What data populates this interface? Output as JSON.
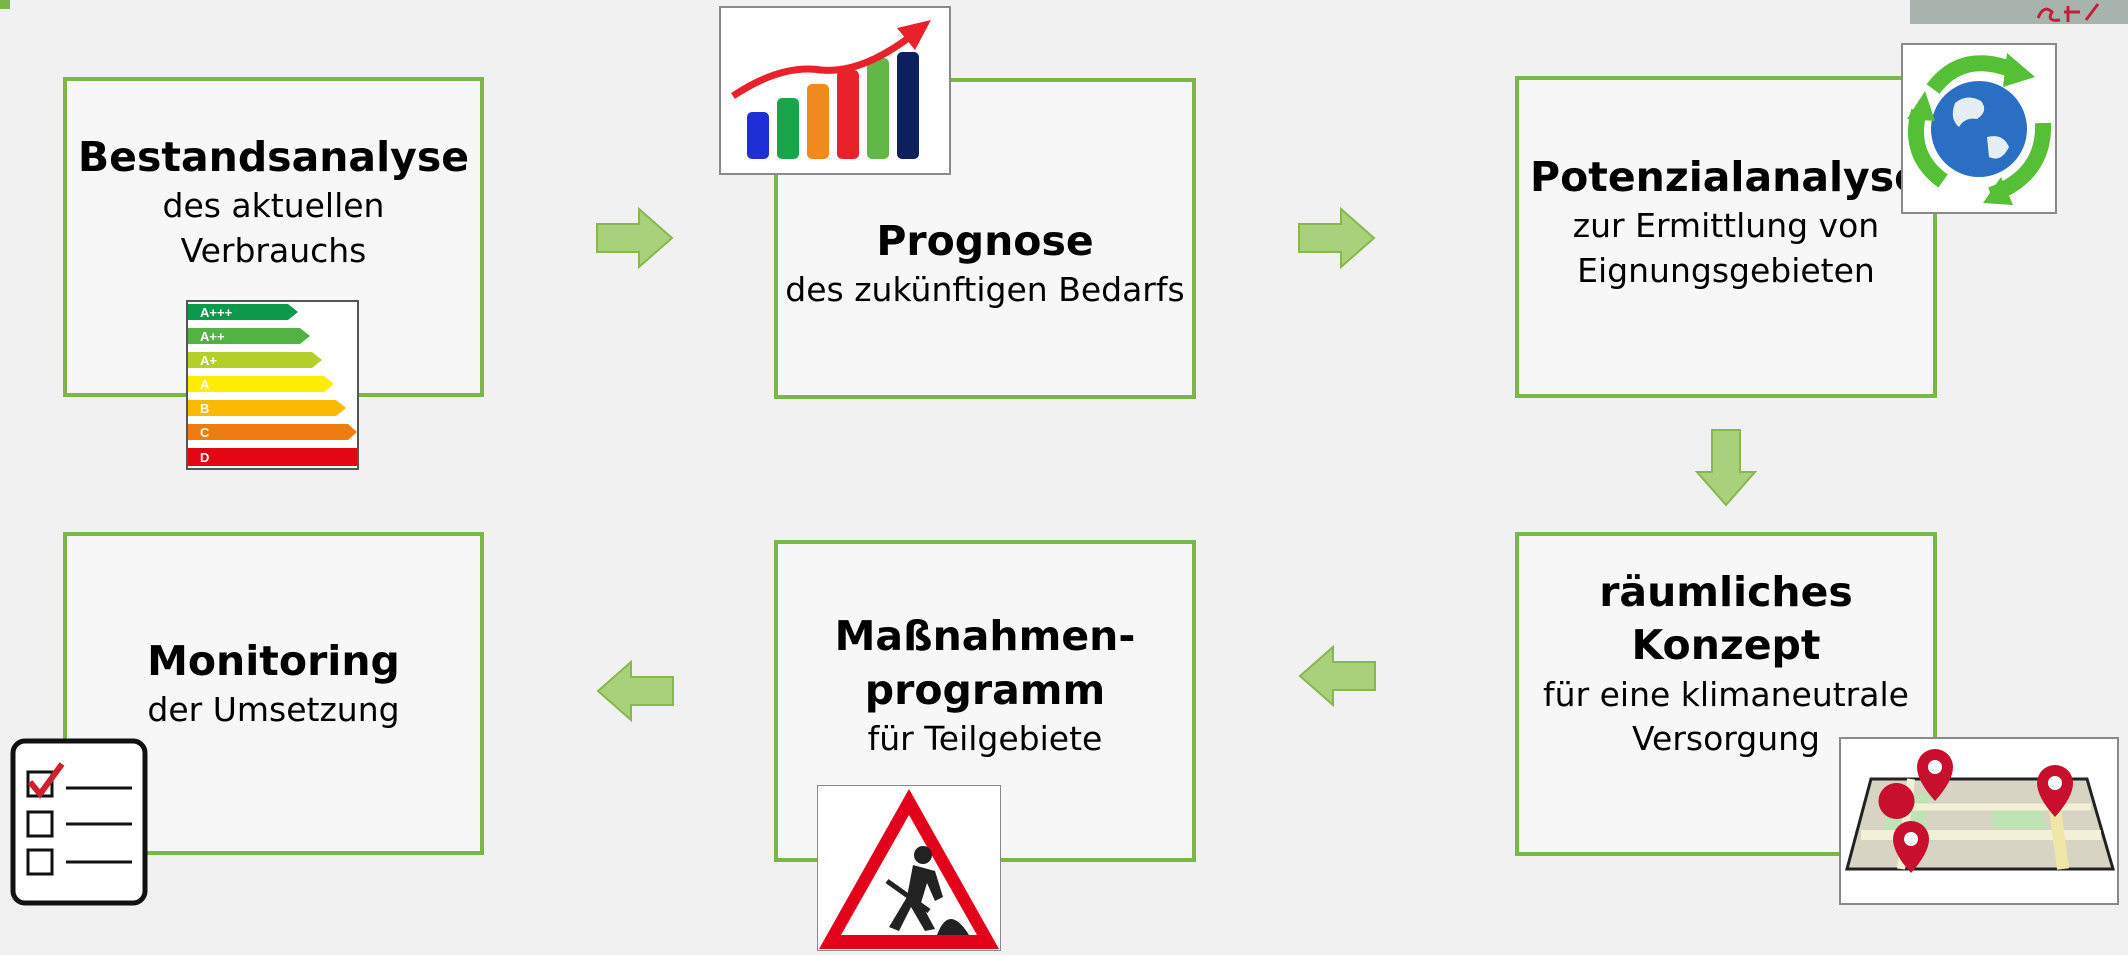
{
  "steps": {
    "bestand": {
      "title": "Bestandsanalyse",
      "sub": "des aktuellen Verbrauchs"
    },
    "prognose": {
      "title": "Prognose",
      "sub": "des zukünftigen Bedarfs"
    },
    "potenzial": {
      "title": "Potenzialanalyse",
      "sub1": "zur Ermittlung von",
      "sub2": "Eignungsgebieten"
    },
    "konzept": {
      "title": "räumliches Konzept",
      "sub1": "für eine klimaneutrale",
      "sub2": "Versorgung"
    },
    "massnahmen": {
      "title1": "Maßnahmen-",
      "title2": "programm",
      "sub": "für Teilgebiete"
    },
    "monitoring": {
      "title": "Monitoring",
      "sub": "der Umsetzung"
    }
  },
  "energy_label": {
    "classes": [
      "A+++",
      "A++",
      "A+",
      "A",
      "B",
      "C",
      "D"
    ]
  },
  "colors": {
    "border": "#7ab648",
    "arrow": "#a9d07a",
    "arrow_stroke": "#86b84f",
    "background": "#f1f1f1"
  },
  "icons": [
    "growth-chart-icon",
    "recycling-globe-icon",
    "energy-label-icon",
    "checklist-icon",
    "road-works-sign-icon",
    "map-pins-icon",
    "right-arrow",
    "down-arrow",
    "left-arrow"
  ]
}
